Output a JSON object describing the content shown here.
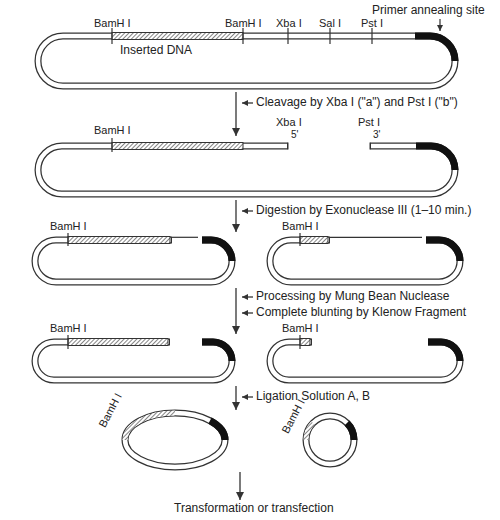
{
  "diagram": {
    "labels": [
      "Primer annealing site",
      "BamH I",
      "BamH I",
      "Xba I",
      "Sal I",
      "Pst I",
      "Inserted DNA",
      "Cleavage by Xba I (\"a\") and Pst I (\"b\")",
      "BamH I",
      "Xba I",
      "Pst I",
      "5'",
      "3'",
      "Digestion by Exonuclease III (1–10 min.)",
      "BamH I",
      "BamH I",
      "Processing by Mung Bean Nuclease",
      "Complete blunting by Klenow Fragment",
      "BamH I",
      "BamH I",
      "Ligation Solution A, B",
      "BamH I",
      "BamH I",
      "Transformation or transfection"
    ]
  }
}
